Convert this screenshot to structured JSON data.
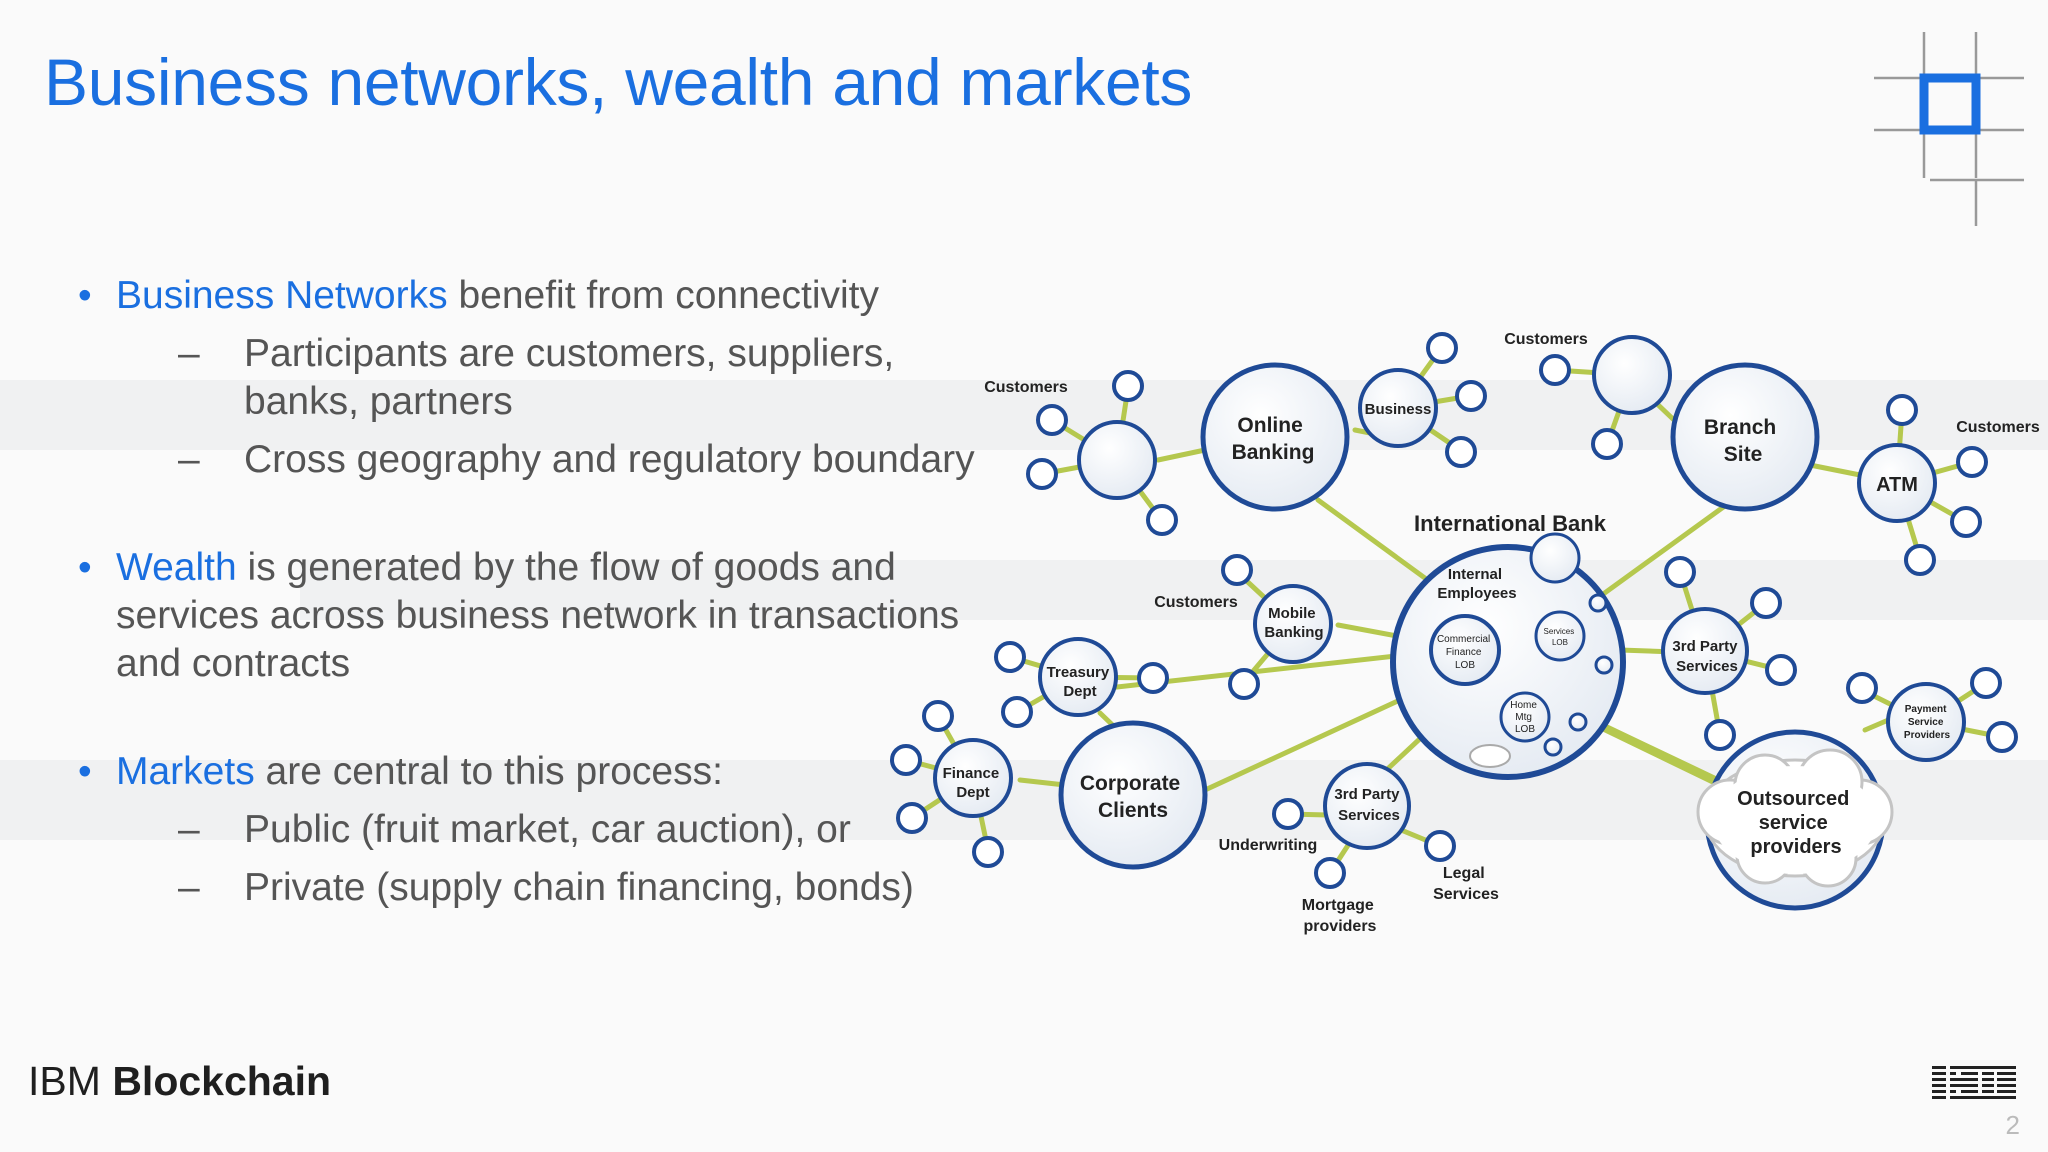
{
  "slide": {
    "title": "Business networks, wealth and markets",
    "page_number": "2",
    "brand": {
      "prefix": "IBM",
      "product": "Blockchain"
    },
    "ibm_logo_icon": "ibm-striped-logo",
    "corner_icon": "blockchain-block-icon",
    "accent_color": "#1a6fe0"
  },
  "bullets": [
    {
      "highlight": "Business Networks",
      "rest": " benefit from connectivity",
      "subs": [
        "Participants are customers, suppliers, banks, partners",
        "Cross geography and regulatory boundary"
      ]
    },
    {
      "highlight": "Wealth",
      "rest": " is generated by the flow of goods and services across business network in transactions and contracts",
      "subs": []
    },
    {
      "highlight": "Markets",
      "rest": " are central to this process:",
      "subs": [
        "Public (fruit market, car auction), or",
        "Private (supply chain financing, bonds)"
      ]
    }
  ],
  "diagram": {
    "international_bank": "International Bank",
    "internal_employees": [
      "Internal",
      "Employees"
    ],
    "commercial_finance": [
      "Commercial",
      "Finance",
      "LOB"
    ],
    "services_lob": [
      "Services",
      "LOB"
    ],
    "home_mtg": [
      "Home",
      "Mtg",
      "LOB"
    ],
    "online_banking": [
      "Online",
      "Banking"
    ],
    "business": "Business",
    "branch_site": [
      "Branch",
      "Site"
    ],
    "atm": "ATM",
    "mobile_banking": [
      "Mobile",
      "Banking"
    ],
    "treasury_dept": [
      "Treasury",
      "Dept"
    ],
    "finance_dept": [
      "Finance",
      "Dept"
    ],
    "corporate_clients": [
      "Corporate",
      "Clients"
    ],
    "third_party_right": [
      "3rd Party",
      "Services"
    ],
    "third_party_bottom": [
      "3rd Party",
      "Services"
    ],
    "payment_providers": [
      "Payment",
      "Service",
      "Providers"
    ],
    "outsourced": [
      "Outsourced",
      "service",
      "providers"
    ],
    "customers_left": "Customers",
    "customers_top": "Customers",
    "customers_right": "Customers",
    "customers_mobile": "Customers",
    "underwriting": "Underwriting",
    "mortgage": [
      "Mortgage",
      "providers"
    ],
    "legal": [
      "Legal",
      "Services"
    ]
  }
}
